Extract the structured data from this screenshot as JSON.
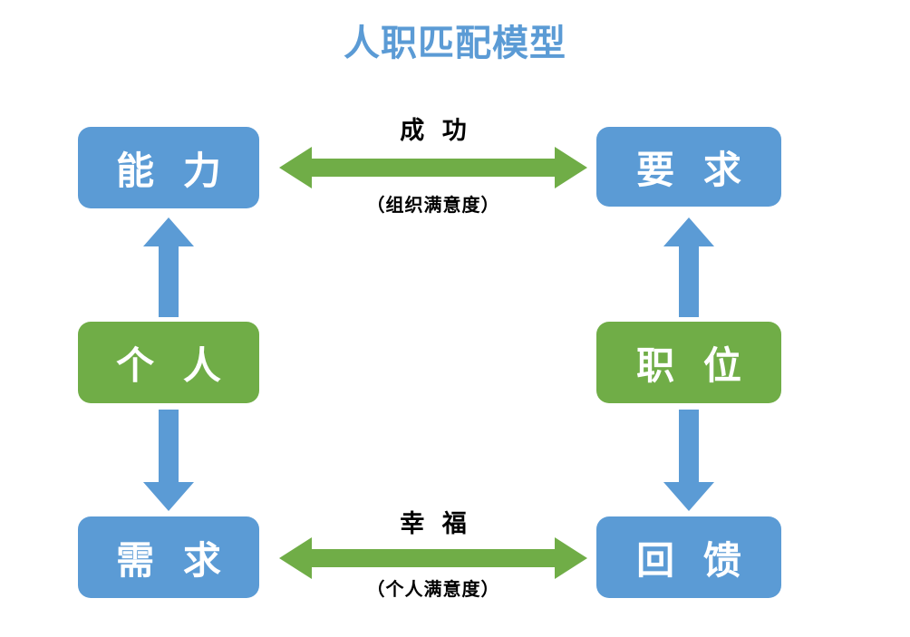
{
  "title": "人职匹配模型",
  "colors": {
    "blue": "#5B9BD5",
    "green": "#70AD47",
    "title": "#5B9BD5",
    "text_on_box": "#FFFFFF",
    "caption": "#000000",
    "background": "#FFFFFF"
  },
  "boxes": {
    "ability": {
      "label": "能 力",
      "color": "blue"
    },
    "person": {
      "label": "个 人",
      "color": "green"
    },
    "need": {
      "label": "需 求",
      "color": "blue"
    },
    "require": {
      "label": "要 求",
      "color": "blue"
    },
    "position": {
      "label": "职 位",
      "color": "green"
    },
    "feedback": {
      "label": "回 馈",
      "color": "blue"
    }
  },
  "connectors": {
    "top": {
      "main": "成 功",
      "sub": "（组织满意度）",
      "color": "green",
      "direction": "double"
    },
    "bottom": {
      "main": "幸 福",
      "sub": "（个人满意度）",
      "color": "green",
      "direction": "double"
    },
    "left_up": {
      "direction": "up",
      "color": "blue"
    },
    "left_down": {
      "direction": "down",
      "color": "blue"
    },
    "right_up": {
      "direction": "up",
      "color": "blue"
    },
    "right_down": {
      "direction": "down",
      "color": "blue"
    }
  }
}
